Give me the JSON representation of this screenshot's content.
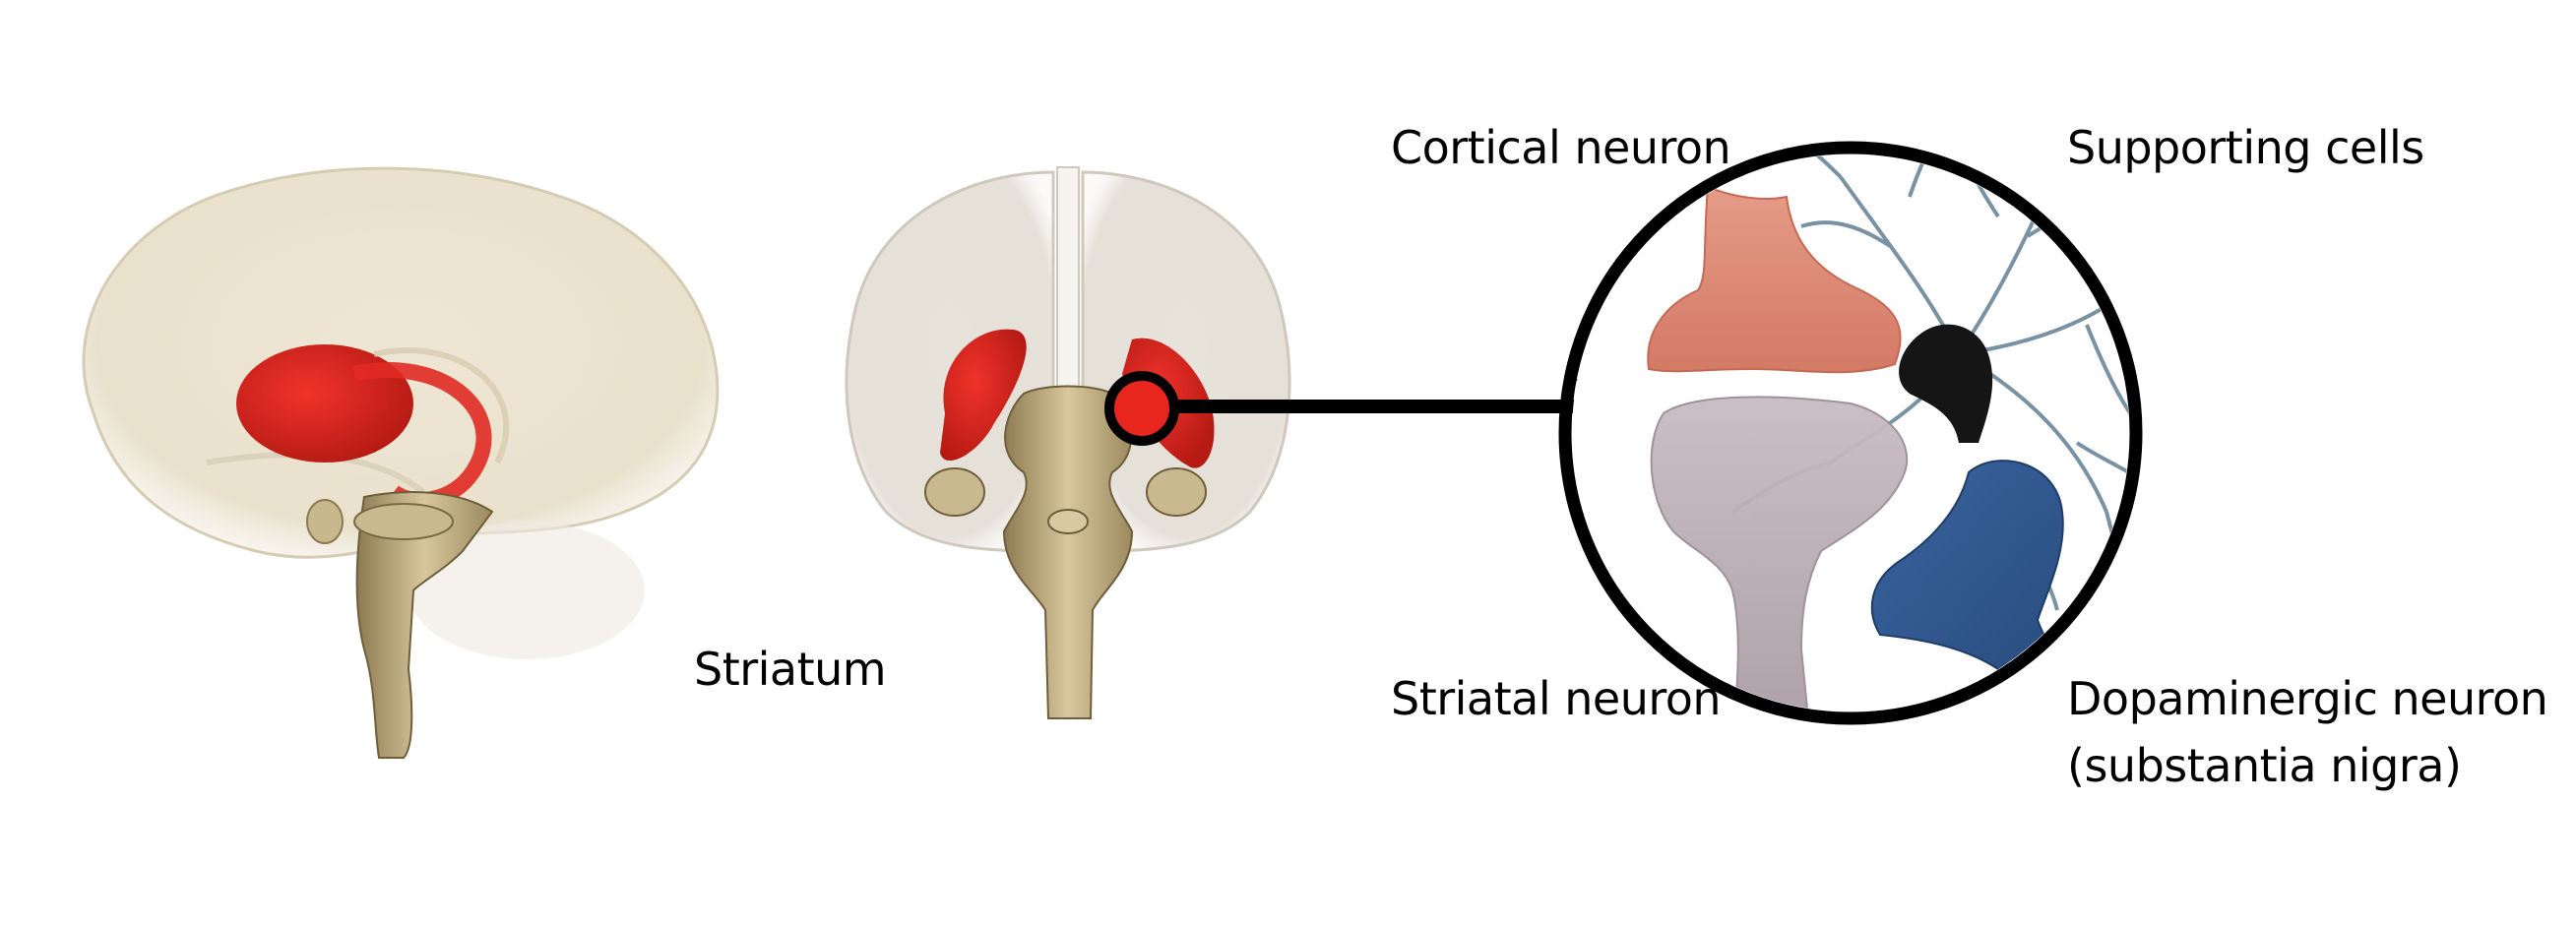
{
  "figure": {
    "left_panel": {
      "sagittal_view": "brain-sagittal-with-striatum",
      "coronal_view": "brain-coronal-with-striatum",
      "striatum_label": "Striatum"
    },
    "zoom_circle": {
      "labels": {
        "top_left": "Cortical neuron",
        "top_right": "Supporting cells",
        "bottom_left": "Striatal neuron",
        "bottom_right_line1": "Dopaminergic neuron",
        "bottom_right_line2": "(substantia nigra)"
      }
    },
    "colors": {
      "striatum_red": "#e8261e",
      "brain_tissue": "#e9dfc8",
      "brainstem": "#c8b88e",
      "cortical_neuron": "#d9806c",
      "striatal_neuron": "#b3a6ad",
      "dopaminergic_neuron": "#2f558a",
      "supporting_cells": "#4d6e84",
      "outline": "#000000"
    }
  }
}
